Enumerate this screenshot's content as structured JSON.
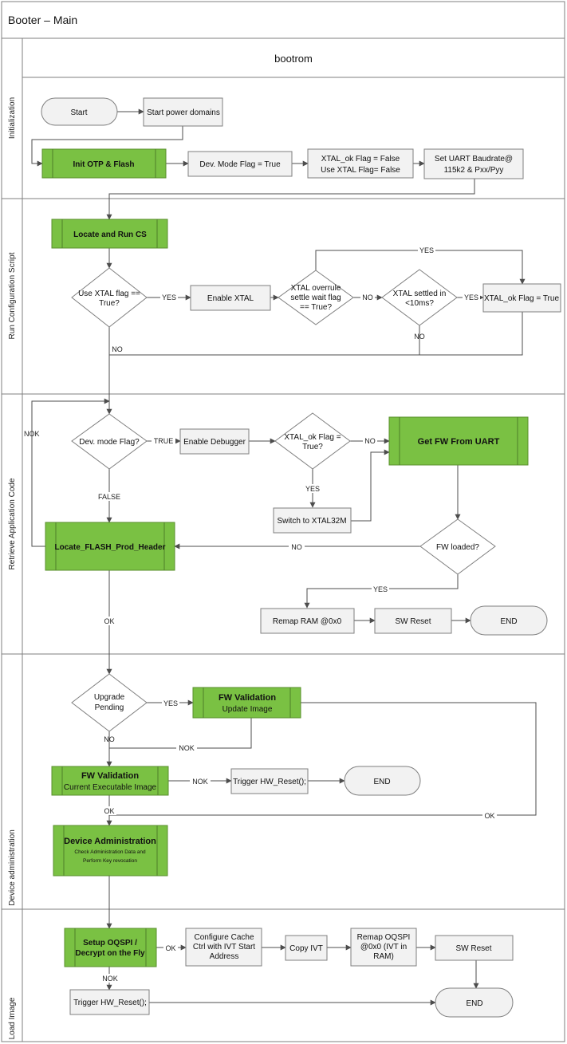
{
  "title": "Booter – Main",
  "column_header": "bootrom",
  "lanes": {
    "initialization": "Initialization",
    "run_cs": "Run Configuration Script",
    "retrieve": "Retrieve Application Code",
    "device_admin": "Device administration",
    "load_image": "Load Image"
  },
  "nodes": {
    "start": "Start",
    "start_power": "Start power domains",
    "init_otp": "Init OTP & Flash",
    "dev_mode_true": "Dev. Mode Flag = True",
    "xtal_ok_false": [
      "XTAL_ok Flag = False",
      "Use XTAL Flag= False"
    ],
    "set_uart": [
      "Set UART Baudrate@",
      "115k2 & Pxx/Pyy"
    ],
    "locate_run_cs": "Locate and Run CS",
    "use_xtal_q": [
      "Use XTAL flag ==",
      "True?"
    ],
    "enable_xtal": "Enable XTAL",
    "xtal_overrule_q": [
      "XTAL overrule",
      "settle wait flag",
      "== True?"
    ],
    "xtal_settled_q": [
      "XTAL settled in",
      "<10ms?"
    ],
    "xtal_ok_true": "XTAL_ok Flag = True",
    "dev_mode_q": "Dev. mode Flag?",
    "enable_debugger": "Enable Debugger",
    "xtal_ok_q": [
      "XTAL_ok Flag =",
      "True?"
    ],
    "get_fw_uart": "Get FW From UART",
    "switch_xtal": "Switch to XTAL32M",
    "locate_flash": "Locate_FLASH_Prod_Header",
    "fw_loaded_q": "FW loaded?",
    "remap_ram": "Remap RAM @0x0",
    "sw_reset_1": "SW Reset",
    "end_1": "END",
    "upgrade_q": [
      "Upgrade",
      "Pending"
    ],
    "fw_val_update_title": "FW Validation",
    "fw_val_update_sub": "Update Image",
    "fw_val_current_title": "FW Validation",
    "fw_val_current_sub": "Current Executable Image",
    "trigger_hw_1": "Trigger HW_Reset();",
    "end_2": "END",
    "device_admin_title": "Device Administration",
    "device_admin_sub": [
      "Check Administration Data and",
      "Perform Key revocation"
    ],
    "setup_oqspi": [
      "Setup OQSPI /",
      "Decrypt on the Fly"
    ],
    "configure_cache": [
      "Configure Cache",
      "Ctrl with IVT Start",
      "Address"
    ],
    "copy_ivt": "Copy IVT",
    "remap_oqspi": [
      "Remap OQSPI",
      "@0x0 (IVT in",
      "RAM)"
    ],
    "sw_reset_2": "SW Reset",
    "trigger_hw_2": "Trigger HW_Reset();",
    "end_3": "END"
  },
  "edge_labels": {
    "yes": "YES",
    "no": "NO",
    "true": "TRUE",
    "false": "FALSE",
    "nok": "NOK",
    "ok": "OK"
  }
}
